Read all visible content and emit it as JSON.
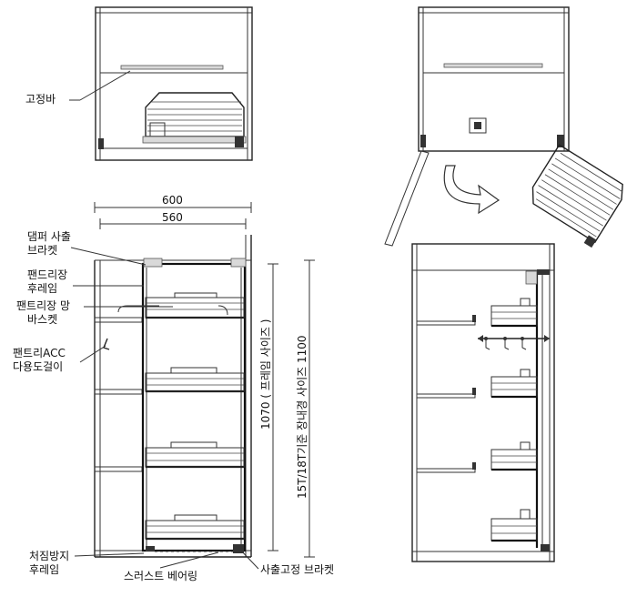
{
  "labels": {
    "fixing_bar": "고정바",
    "damper_bracket_line1": "댐퍼 사출",
    "damper_bracket_line2": "브라켓",
    "pantry_frame_line1": "팬드리장",
    "pantry_frame_line2": "후레임",
    "pantry_basket_line1": "팬트리장 망",
    "pantry_basket_line2": "바스켓",
    "acc_hook_line1": "팬트리ACC",
    "acc_hook_line2": "다용도걸이",
    "sag_frame_line1": "처짐방지",
    "sag_frame_line2": "후레임",
    "thrust_bearing": "스러스트 베어링",
    "injection_bracket": "사출고정 브라켓"
  },
  "dimensions": {
    "width_outer": "600",
    "width_inner": "560",
    "frame_height": "1070 ( 프레임 사이즈 )",
    "cabinet_height": "15T/18T기준 장내경 사이즈 1100"
  }
}
